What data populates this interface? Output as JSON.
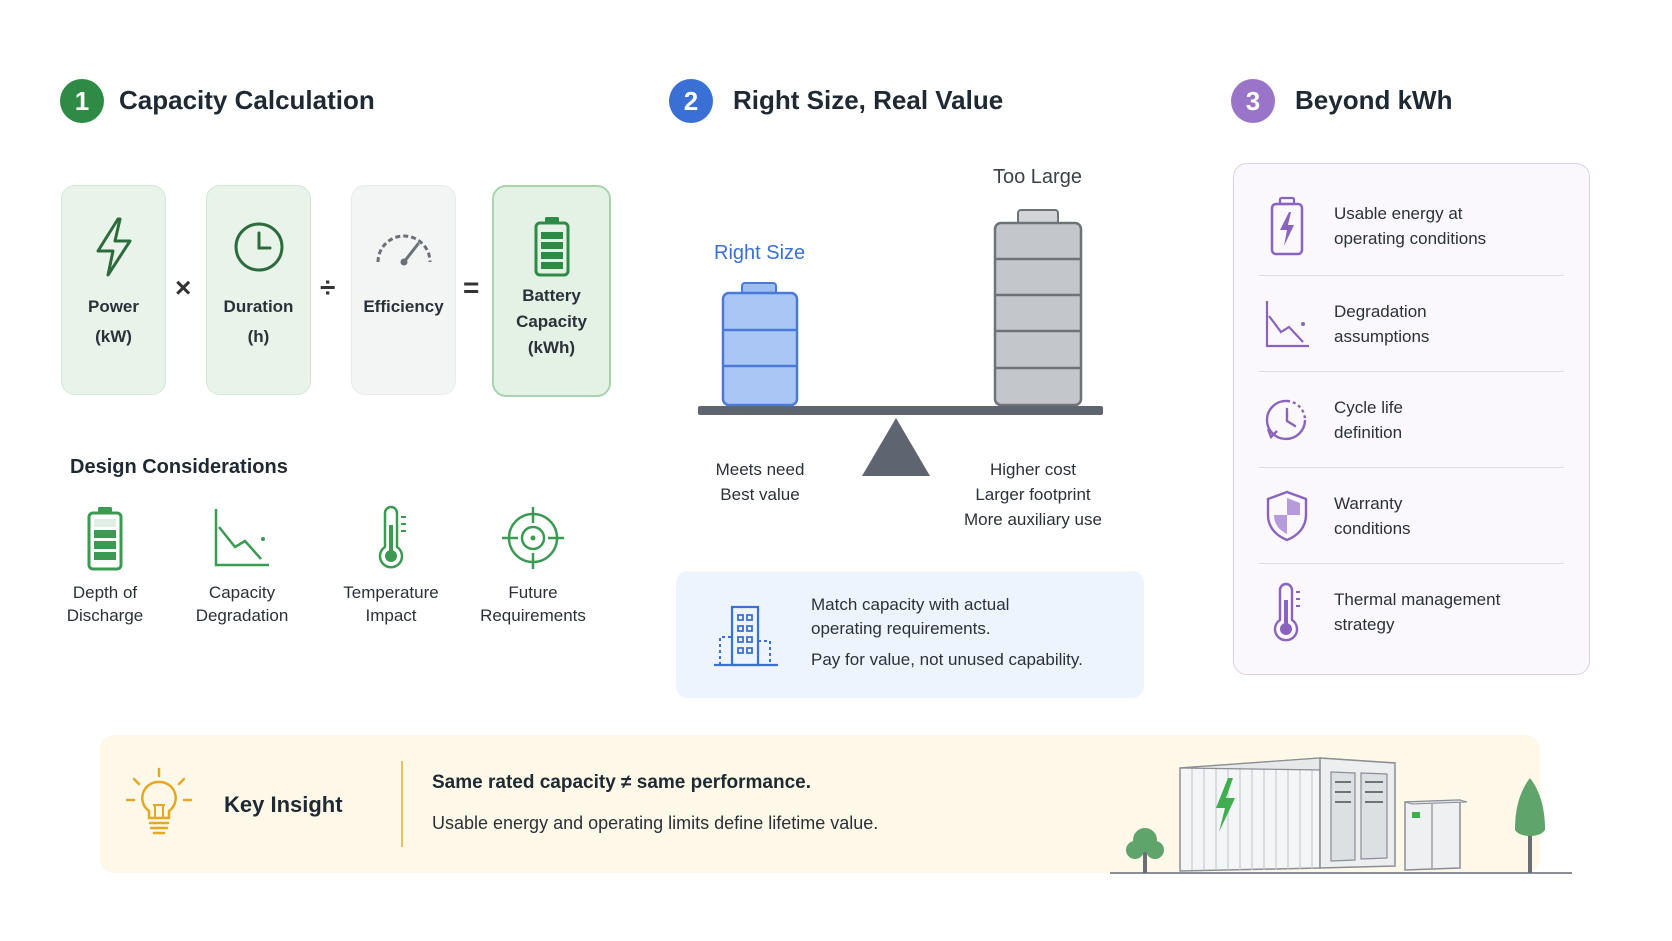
{
  "sections": {
    "s1": {
      "number": "1",
      "title": "Capacity Calculation",
      "color": "#2e8b45"
    },
    "s2": {
      "number": "2",
      "title": "Right Size, Real Value",
      "color": "#3a6fd6"
    },
    "s3": {
      "number": "3",
      "title": "Beyond kWh",
      "color": "#9a74c8"
    }
  },
  "formula": {
    "power": {
      "line1": "Power",
      "line2": "(kW)",
      "icon": "lightning-icon"
    },
    "op_multiply": "×",
    "duration": {
      "line1": "Duration",
      "line2": "(h)",
      "icon": "clock-icon"
    },
    "op_divide": "÷",
    "efficiency": {
      "line1": "Efficiency",
      "icon": "gauge-icon"
    },
    "op_equals": "=",
    "battery": {
      "line1": "Battery",
      "line2": "Capacity",
      "line3": "(kWh)",
      "icon": "battery-icon"
    }
  },
  "design": {
    "title": "Design Considerations",
    "items": [
      {
        "line1": "Depth of",
        "line2": "Discharge",
        "icon": "battery-icon"
      },
      {
        "line1": "Capacity",
        "line2": "Degradation",
        "icon": "declining-chart-icon"
      },
      {
        "line1": "Temperature",
        "line2": "Impact",
        "icon": "thermometer-icon"
      },
      {
        "line1": "Future",
        "line2": "Requirements",
        "icon": "target-icon"
      }
    ]
  },
  "balance": {
    "right_size_label": "Right Size",
    "too_large_label": "Too Large",
    "left_lines": [
      "Meets need",
      "Best value"
    ],
    "right_lines": [
      "Higher cost",
      "Larger footprint",
      "More auxiliary use"
    ]
  },
  "match_box": {
    "line1": "Match capacity with actual",
    "line2": "operating requirements.",
    "line3": "Pay for value, not unused capability.",
    "icon": "building-icon"
  },
  "beyond": {
    "items": [
      {
        "line1": "Usable energy at",
        "line2": "operating conditions",
        "icon": "battery-bolt-icon"
      },
      {
        "line1": "Degradation",
        "line2": "assumptions",
        "icon": "declining-chart-icon"
      },
      {
        "line1": "Cycle life",
        "line2": "definition",
        "icon": "cycle-clock-icon"
      },
      {
        "line1": "Warranty",
        "line2": "conditions",
        "icon": "shield-icon"
      },
      {
        "line1": "Thermal management",
        "line2": "strategy",
        "icon": "thermometer-icon"
      }
    ]
  },
  "insight": {
    "label": "Key Insight",
    "headline": "Same rated capacity ≠ same performance.",
    "body": "Usable energy and operating limits define lifetime value.",
    "icon": "lightbulb-icon"
  },
  "colors": {
    "green": "#2e8b45",
    "blue": "#3a6fd6",
    "purple": "#9a74c8",
    "insight_bg": "#fdf8e8",
    "accent_yellow": "#e5a823"
  }
}
